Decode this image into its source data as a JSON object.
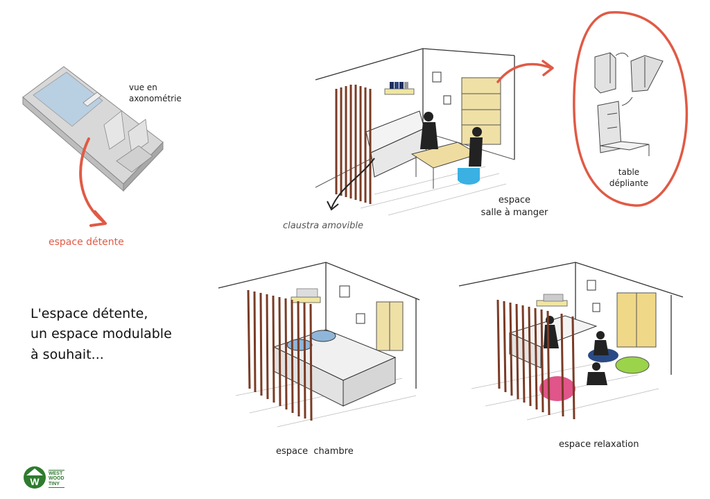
{
  "labels": {
    "axo": [
      "vue en",
      "axonométrie"
    ],
    "espace_detente": "espace détente",
    "claustra": "claustra amovible",
    "salle": [
      "espace",
      "salle à manger"
    ],
    "table": [
      "table",
      "dépliante"
    ],
    "chambre": "espace  chambre",
    "relaxation": "espace relaxation"
  },
  "tagline": [
    "L'espace détente,",
    "un espace modulable",
    "à souhait..."
  ],
  "logo": {
    "lines": [
      "WEST",
      "WOOD",
      "TINY"
    ],
    "mark": "W"
  },
  "colors": {
    "accent": "#e05a45",
    "brand": "#2f7b2f"
  }
}
